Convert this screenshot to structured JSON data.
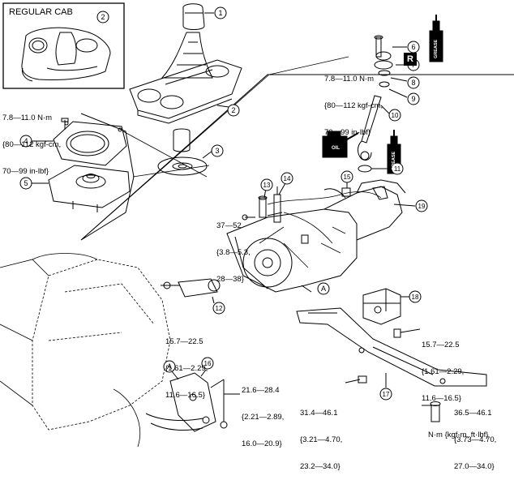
{
  "inset": {
    "title": "REGULAR CAB"
  },
  "callouts": [
    "1",
    "2",
    "2",
    "3",
    "4",
    "5",
    "6",
    "7",
    "8",
    "9",
    "10",
    "11",
    "12",
    "13",
    "14",
    "15",
    "16",
    "17",
    "18",
    "19"
  ],
  "view_marks": [
    "A",
    "A"
  ],
  "torque": {
    "t_knob_nut": [
      "7.8—11.0 N·m",
      "{80—112 kgf-cm,",
      "70—99 in-lbf}"
    ],
    "t_boot_bolt": [
      "7.8—11.0 N·m",
      "{80—112 kgf-cm,",
      "70—99 in-lbf}"
    ],
    "t_slave_bolt": [
      "37—52",
      "{3.8—5.3,",
      "28—38}"
    ],
    "t_clutch_bolt": [
      "15.7—22.5",
      "{1.61—2.29,",
      "11.6—16.5}"
    ],
    "t_mount_bolt": [
      "15.7—22.5",
      "{1.61—2.29,",
      "11.6—16.5}"
    ],
    "t_bracket_bolt": [
      "21.6—28.4",
      "{2.21—2.89,",
      "16.0—20.9}"
    ],
    "t_crossmember_nut": [
      "31.4—46.1",
      "{3.21—4.70,",
      "23.2—34.0}"
    ],
    "t_crossmember_bolt": [
      "36.5—46.1",
      "{3.73—4.70,",
      "27.0—34.0}"
    ]
  },
  "badges": {
    "r_mark": "R",
    "oil": "OIL",
    "grease": "GREASE"
  },
  "units": "N·m {kgf-m, ft·lbf}"
}
